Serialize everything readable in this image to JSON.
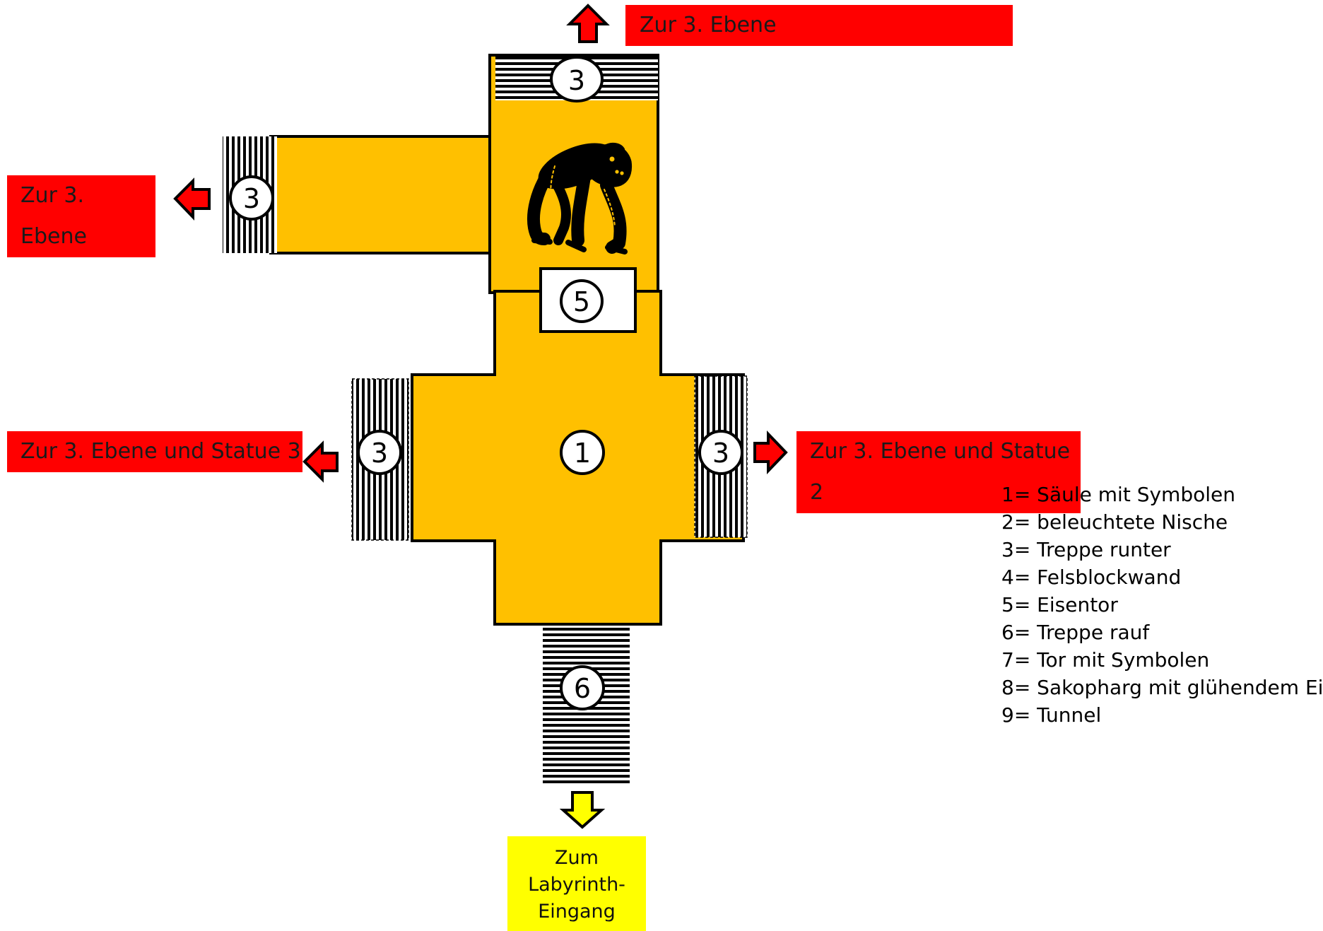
{
  "markers": {
    "stairs_top": "3",
    "stairs_left_top": "3",
    "gate": "5",
    "center": "1",
    "stairs_left": "3",
    "stairs_right": "3",
    "stairs_bottom": "6"
  },
  "exits": {
    "top": "Zur 3. Ebene",
    "left_top": "Zur 3. Ebene",
    "left": "Zur 3. Ebene und Statue 3",
    "right": "Zur 3. Ebene und Statue 2",
    "bottom": [
      "Zum",
      "Labyrinth-",
      "Eingang"
    ]
  },
  "legend": [
    "1= Säule mit Symbolen",
    "2= beleuchtete Nische",
    "3= Treppe runter",
    "4= Felsblockwand",
    "5= Eisentor",
    "6= Treppe rauf",
    "7= Tor mit Symbolen",
    "8= Sakopharg mit glühendem Ei",
    "9= Tunnel"
  ],
  "colors": {
    "floor": "#ffc000",
    "exit_label": "#ff0000",
    "entrance_label": "#ffff00",
    "arrow_exit": "#ff0000",
    "arrow_entrance": "#ffff00"
  },
  "icons": {
    "guardian": "gorilla-icon"
  }
}
